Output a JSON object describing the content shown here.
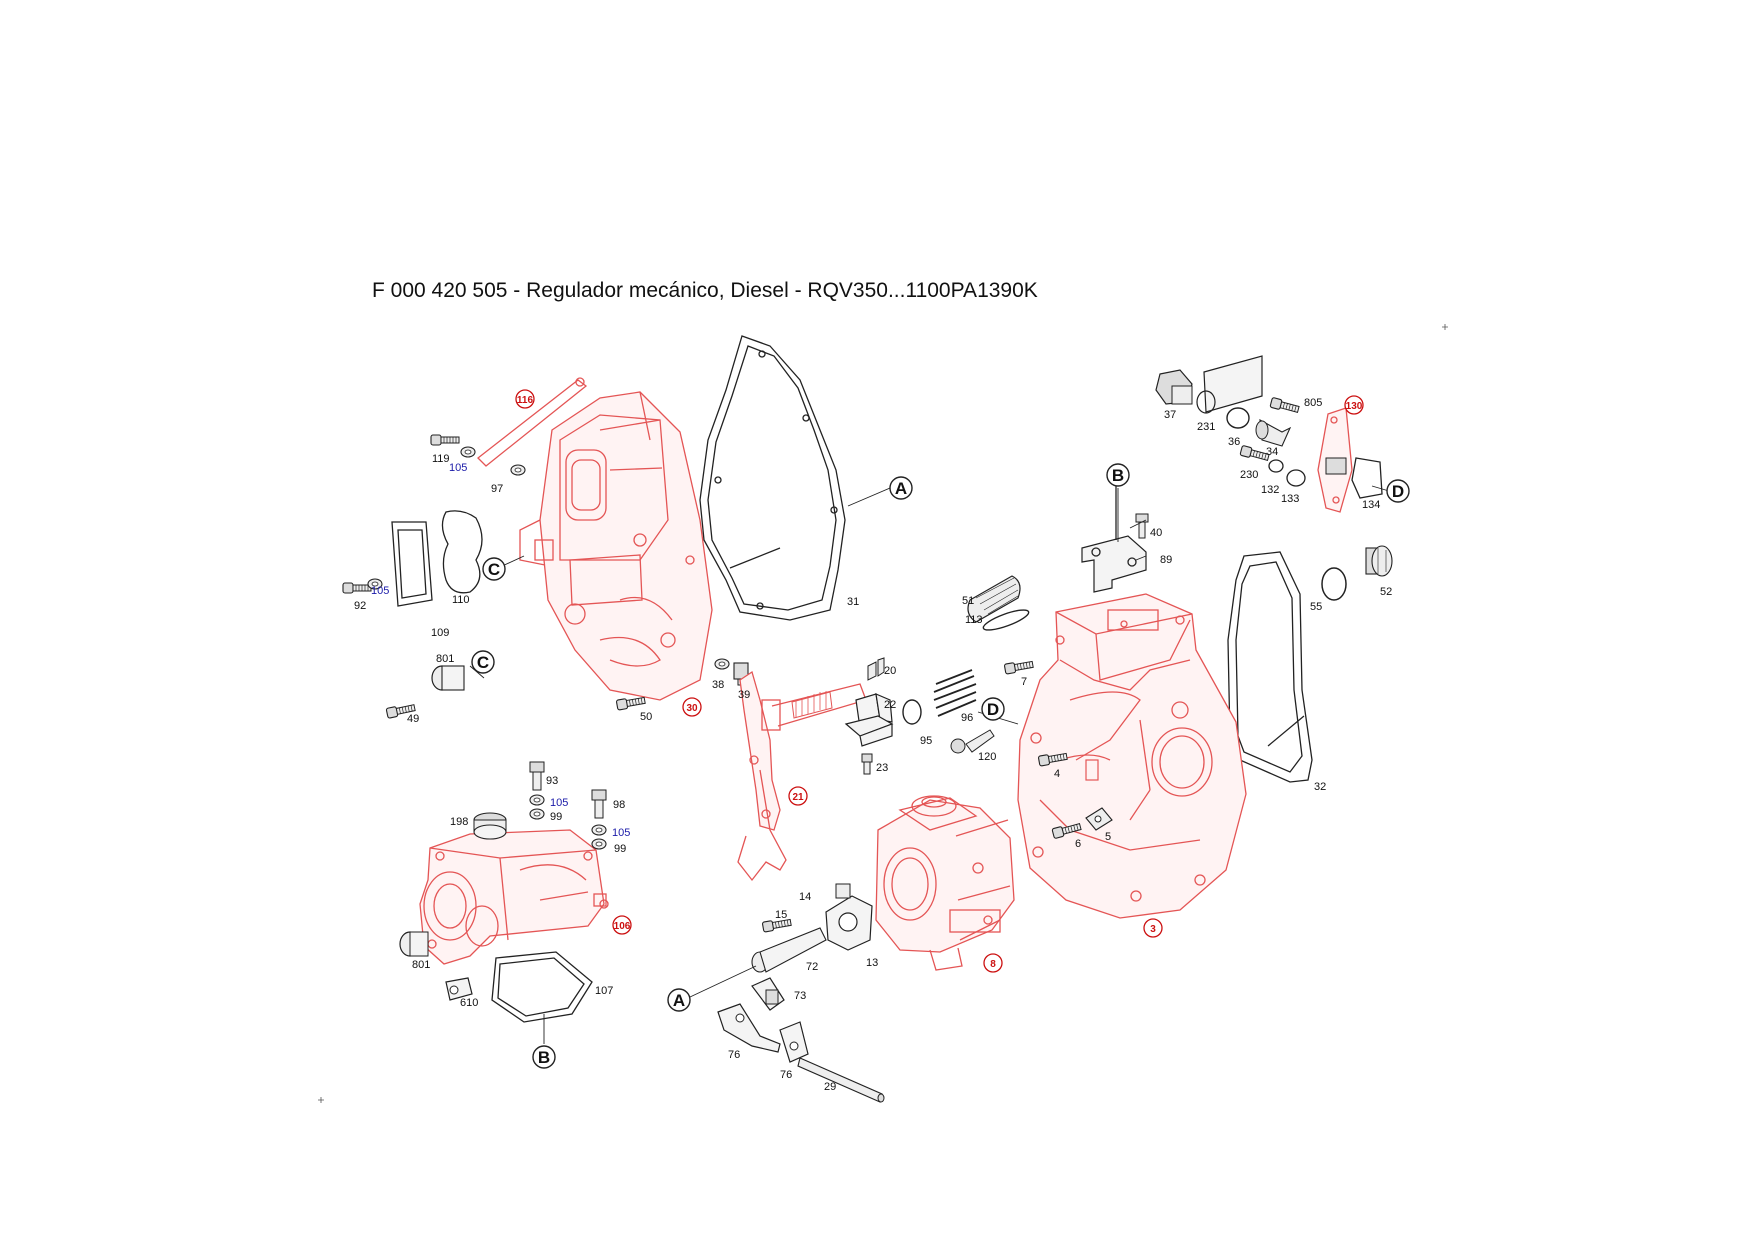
{
  "title": "F 000 420 505 - Regulador mecánico, Diesel - RQV350...1100PA1390K",
  "colors": {
    "housing": "#e45555",
    "part": "#222222",
    "badge": "#cc1111",
    "blue_label": "#1a1aa8"
  },
  "ref_markers": [
    {
      "id": "A1",
      "letter": "A"
    },
    {
      "id": "A2",
      "letter": "A"
    },
    {
      "id": "B1",
      "letter": "B"
    },
    {
      "id": "B2",
      "letter": "B"
    },
    {
      "id": "C1",
      "letter": "C"
    },
    {
      "id": "C2",
      "letter": "C"
    },
    {
      "id": "D1",
      "letter": "D"
    },
    {
      "id": "D2",
      "letter": "D"
    }
  ],
  "badges": [
    {
      "id": "b116",
      "text": "116"
    },
    {
      "id": "b130",
      "text": "130"
    },
    {
      "id": "b30",
      "text": "30"
    },
    {
      "id": "b21",
      "text": "21"
    },
    {
      "id": "b106",
      "text": "106"
    },
    {
      "id": "b8",
      "text": "8"
    },
    {
      "id": "b3",
      "text": "3"
    }
  ],
  "labels": [
    {
      "id": "l119",
      "text": "119"
    },
    {
      "id": "l105a",
      "text": "105",
      "blue": true
    },
    {
      "id": "l97",
      "text": "97"
    },
    {
      "id": "l92",
      "text": "92"
    },
    {
      "id": "l105b",
      "text": "105",
      "blue": true
    },
    {
      "id": "l110",
      "text": "110"
    },
    {
      "id": "l109",
      "text": "109"
    },
    {
      "id": "l801a",
      "text": "801"
    },
    {
      "id": "l49",
      "text": "49"
    },
    {
      "id": "l50",
      "text": "50"
    },
    {
      "id": "l38",
      "text": "38"
    },
    {
      "id": "l39",
      "text": "39"
    },
    {
      "id": "l31",
      "text": "31"
    },
    {
      "id": "l37",
      "text": "37"
    },
    {
      "id": "l231",
      "text": "231"
    },
    {
      "id": "l36",
      "text": "36"
    },
    {
      "id": "l34",
      "text": "34"
    },
    {
      "id": "l805",
      "text": "805"
    },
    {
      "id": "l230",
      "text": "230"
    },
    {
      "id": "l132",
      "text": "132"
    },
    {
      "id": "l133",
      "text": "133"
    },
    {
      "id": "l134",
      "text": "134"
    },
    {
      "id": "l40",
      "text": "40"
    },
    {
      "id": "l89",
      "text": "89"
    },
    {
      "id": "l51",
      "text": "51"
    },
    {
      "id": "l113",
      "text": "113"
    },
    {
      "id": "l55",
      "text": "55"
    },
    {
      "id": "l52",
      "text": "52"
    },
    {
      "id": "l20",
      "text": "20"
    },
    {
      "id": "l22",
      "text": "22"
    },
    {
      "id": "l95",
      "text": "95"
    },
    {
      "id": "l96",
      "text": "96"
    },
    {
      "id": "l7",
      "text": "7"
    },
    {
      "id": "l120",
      "text": "120"
    },
    {
      "id": "l23",
      "text": "23"
    },
    {
      "id": "l4",
      "text": "4"
    },
    {
      "id": "l32",
      "text": "32"
    },
    {
      "id": "l6",
      "text": "6"
    },
    {
      "id": "l5",
      "text": "5"
    },
    {
      "id": "l93",
      "text": "93"
    },
    {
      "id": "l105c",
      "text": "105",
      "blue": true
    },
    {
      "id": "l99a",
      "text": "99"
    },
    {
      "id": "l98",
      "text": "98"
    },
    {
      "id": "l105d",
      "text": "105",
      "blue": true
    },
    {
      "id": "l99b",
      "text": "99"
    },
    {
      "id": "l198",
      "text": "198"
    },
    {
      "id": "l801b",
      "text": "801"
    },
    {
      "id": "l610",
      "text": "610"
    },
    {
      "id": "l107",
      "text": "107"
    },
    {
      "id": "l15",
      "text": "15"
    },
    {
      "id": "l14",
      "text": "14"
    },
    {
      "id": "l72",
      "text": "72"
    },
    {
      "id": "l13",
      "text": "13"
    },
    {
      "id": "l73",
      "text": "73"
    },
    {
      "id": "l76a",
      "text": "76"
    },
    {
      "id": "l76b",
      "text": "76"
    },
    {
      "id": "l29",
      "text": "29"
    }
  ]
}
